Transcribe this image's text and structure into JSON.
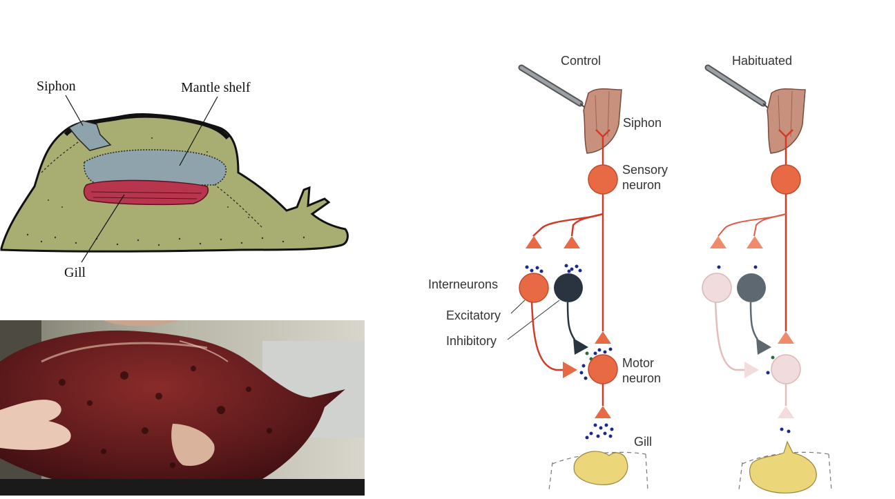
{
  "anatomy": {
    "labels": {
      "siphon": "Siphon",
      "mantle_shelf": "Mantle shelf",
      "gill": "Gill"
    }
  },
  "circuit": {
    "columns": {
      "control": "Control",
      "habituated": "Habituated"
    },
    "labels": {
      "siphon": "Siphon",
      "sensory_line1": "Sensory",
      "sensory_line2": "neuron",
      "interneurons": "Interneurons",
      "excitatory": "Excitatory",
      "inhibitory": "Inhibitory",
      "motor_line1": "Motor",
      "motor_line2": "neuron",
      "gill": "Gill"
    }
  },
  "colors": {
    "axon": "#d23a26",
    "neuron_orange": "#e86a45",
    "inhibitory_dark": "#2a3440",
    "vesicle": "#1a2a8a",
    "faded_pink": "#f0dcdc",
    "slug_green": "#a8ae72",
    "mantle_blue": "#8fa3ad",
    "gill_red": "#b8354e",
    "gill_yellow": "#ecd67a"
  }
}
